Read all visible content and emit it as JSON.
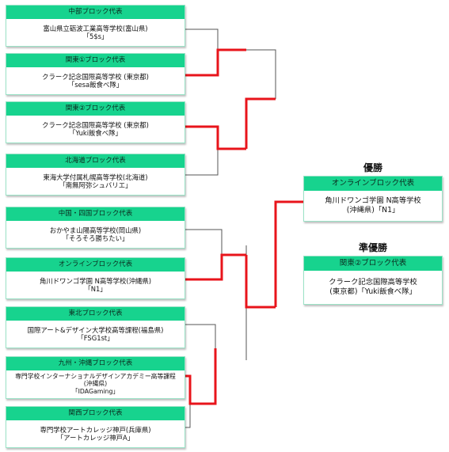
{
  "teams": [
    {
      "block": "中部ブロック代表",
      "school": "富山県立砺波工業高等学校(富山県)",
      "team": "「5$s」"
    },
    {
      "block": "関東①ブロック代表",
      "school": "クラーク記念国際高等学校 (東京都)",
      "team": "「sesa飯食べ隊」"
    },
    {
      "block": "関東②ブロック代表",
      "school": "クラーク記念国際高等学校 (東京都)",
      "team": "「Yuki飯食べ隊」"
    },
    {
      "block": "北海道ブロック代表",
      "school": "東海大学付属札幌高等学校(北海道)",
      "team": "「南無阿弥シュバリエ」"
    },
    {
      "block": "中国・四国ブロック代表",
      "school": "おかやま山陽高等学校(岡山県)",
      "team": "「そろそろ勝ちたい」"
    },
    {
      "block": "オンラインブロック代表",
      "school": "角川ドワンゴ学園 N高等学校(沖縄県)",
      "team": "「N1」"
    },
    {
      "block": "東北ブロック代表",
      "school": "国際アート&デザイン大学校高等課程(福島県)",
      "team": "「FSG1st」"
    },
    {
      "block": "九州・沖縄ブロック代表",
      "school": "専門学校インターナショナルデザインアカデミー高等課程(沖縄県)",
      "team": "「IDAGaming」"
    },
    {
      "block": "関西ブロック代表",
      "school": "専門学校アートカレッジ神戸(兵庫県)",
      "team": "「アートカレッジ神戸A」"
    }
  ],
  "winner": {
    "title": "優勝",
    "block": "オンラインブロック代表",
    "line1": "角川ドワンゴ学園 N高等学校",
    "line2": "(沖縄県)「N1」"
  },
  "runner_up": {
    "title": "準優勝",
    "block": "関東②ブロック代表",
    "line1": "クラーク記念国際高等学校",
    "line2": "(東京都)「Yuki飯食べ隊」"
  },
  "colors": {
    "accent": "#17d38e",
    "winner_line": "#e8141b",
    "bracket_line": "#555555"
  }
}
